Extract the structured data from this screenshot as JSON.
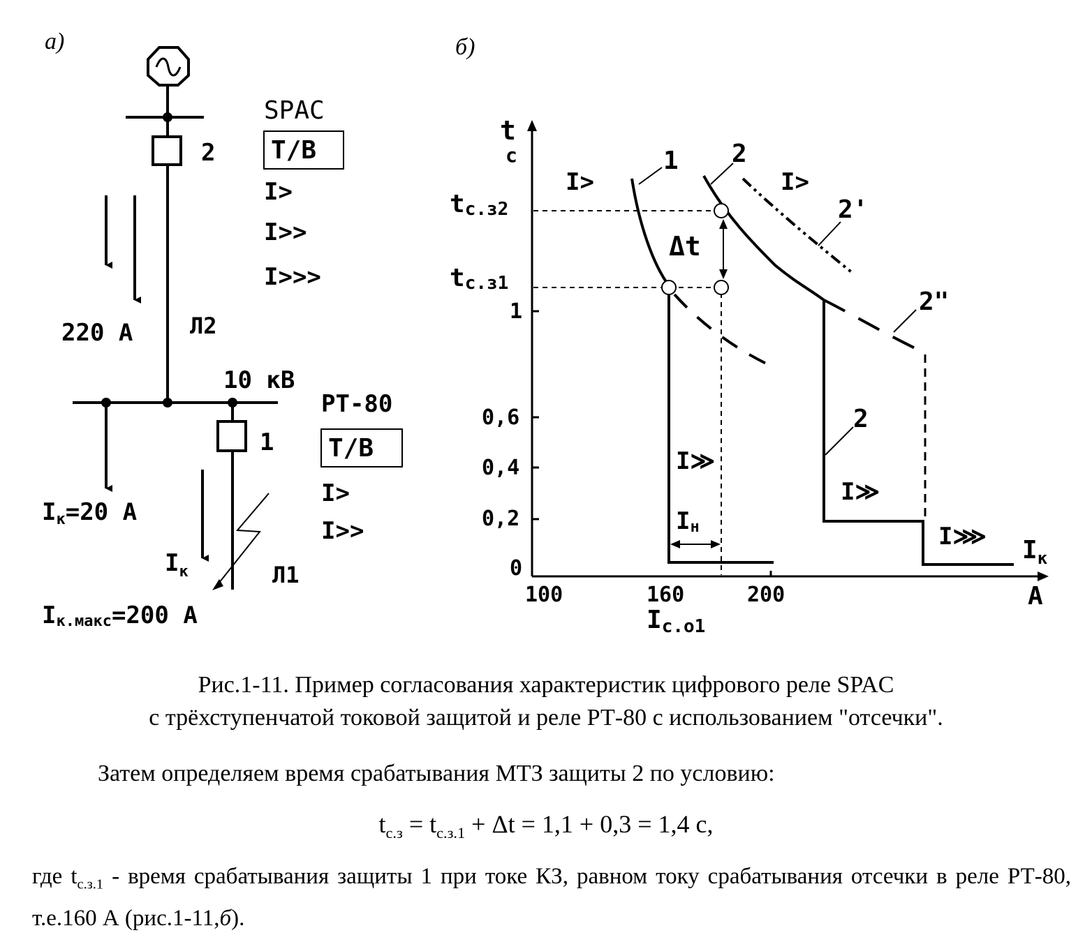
{
  "panel_a": {
    "label": "а)",
    "breaker_2": "2",
    "breaker_1": "1",
    "current_220": "220 А",
    "line_l2": "Л2",
    "voltage": "10 кВ",
    "ik_20": "I",
    "ik_20_sub": "к",
    "ik_20_val": "=20 А",
    "ik": "I",
    "ik_sub": "к",
    "line_l1": "Л1",
    "ikmax": "I",
    "ikmax_sub": "к.макс",
    "ikmax_val": "=200 А",
    "spac": {
      "title": "SPAC",
      "box": "Т/В",
      "stages": [
        "I>",
        "I>>",
        "I>>>"
      ]
    },
    "rt80": {
      "title": "РТ-80",
      "box": "Т/В",
      "stages": [
        "I>",
        "I>>"
      ]
    }
  },
  "panel_b": {
    "label": "б)",
    "y_label": "t",
    "y_unit": "с",
    "y_ticks": [
      "0",
      "0,2",
      "0,4",
      "0,6",
      "1"
    ],
    "tcs2": "t",
    "tcs2_sub": "с.з2",
    "tcs1": "t",
    "tcs1_sub": "с.з1",
    "x_ticks": [
      "100",
      "160",
      "200"
    ],
    "x_unit": "А",
    "x_label": "I",
    "x_label_sub": "к",
    "ic01": "I",
    "ic01_sub": "с.о1",
    "delta_t": "Δt",
    "in": "I",
    "in_sub": "н",
    "curve_labels": [
      "1",
      "2",
      "2'",
      "2\"",
      "2"
    ],
    "stage_labels": [
      "I>",
      "I>",
      "I≫",
      "I≫",
      "I⋙"
    ]
  },
  "caption": {
    "line1": "Рис.1-11. Пример согласования характеристик цифрового реле SPAC",
    "line2": "с трёхступенчатой токовой защитой и реле РТ-80 с использованием \"отсечки\"."
  },
  "text": {
    "para1": "Затем определяем время срабатывания МТЗ защиты 2 по условию:",
    "f_t": "t",
    "f_t_sub": "с.з",
    "f_eq1": " = t",
    "f_t1_sub": "с.з.1",
    "f_rest": " + Δt = 1,1 + 0,3 = 1,4 с,",
    "p2_a": "где t",
    "p2_sub": "с.з.1",
    "p2_b": " - время срабатывания защиты 1 при токе КЗ, равном току срабатывания отсечки в реле РТ-80, т.е.160 А (рис.1-11,",
    "p2_italic": "б",
    "p2_c": ")."
  }
}
